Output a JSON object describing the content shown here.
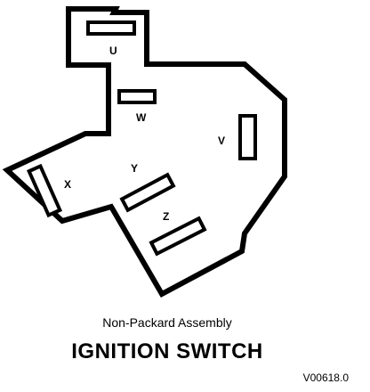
{
  "diagram": {
    "terminals": [
      {
        "id": "U",
        "label": "U"
      },
      {
        "id": "W",
        "label": "W"
      },
      {
        "id": "V",
        "label": "V"
      },
      {
        "id": "X",
        "label": "X"
      },
      {
        "id": "Y",
        "label": "Y"
      },
      {
        "id": "Z",
        "label": "Z"
      }
    ],
    "subtitle": "Non-Packard Assembly",
    "title": "IGNITION SWITCH",
    "reference_code": "V00618.0",
    "stroke_color": "#000000",
    "background_color": "#ffffff"
  }
}
